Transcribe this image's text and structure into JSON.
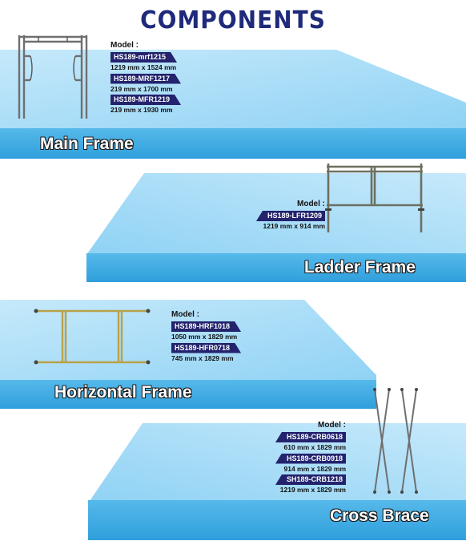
{
  "page": {
    "title": "COMPONENTS"
  },
  "sections": [
    {
      "label": "Main Frame",
      "model_heading": "Model :",
      "models": [
        {
          "code": "HS189-mrf1215",
          "dims": "1219 mm x 1524 mm"
        },
        {
          "code": "HS189-MRF1217",
          "dims": "219 mm x 1700 mm"
        },
        {
          "code": "HS189-MFR1219",
          "dims": "219 mm x 1930 mm"
        }
      ]
    },
    {
      "label": "Ladder Frame",
      "model_heading": "Model :",
      "models": [
        {
          "code": "HS189-LFR1209",
          "dims": "1219 mm x 914 mm"
        }
      ]
    },
    {
      "label": "Horizontal Frame",
      "model_heading": "Model :",
      "models": [
        {
          "code": "HS189-HRF1018",
          "dims": "1050 mm x 1829 mm"
        },
        {
          "code": "HS189-HFR0718",
          "dims": "745 mm x 1829 mm"
        }
      ]
    },
    {
      "label": "Cross Brace",
      "model_heading": "Model :",
      "models": [
        {
          "code": "HS189-CRB0618",
          "dims": "610 mm x 1829 mm"
        },
        {
          "code": "HS189-CRB0918",
          "dims": "914 mm x 1829 mm"
        },
        {
          "code": "SH189-CRB1218",
          "dims": "1219 mm x 1829 mm"
        }
      ]
    }
  ],
  "colors": {
    "title": "#1f2a7a",
    "code_badge": "#23236e",
    "panel_light": "#a9dcf6",
    "panel_mid": "#6cc4ef",
    "panel_band": "#3aa8e2"
  }
}
